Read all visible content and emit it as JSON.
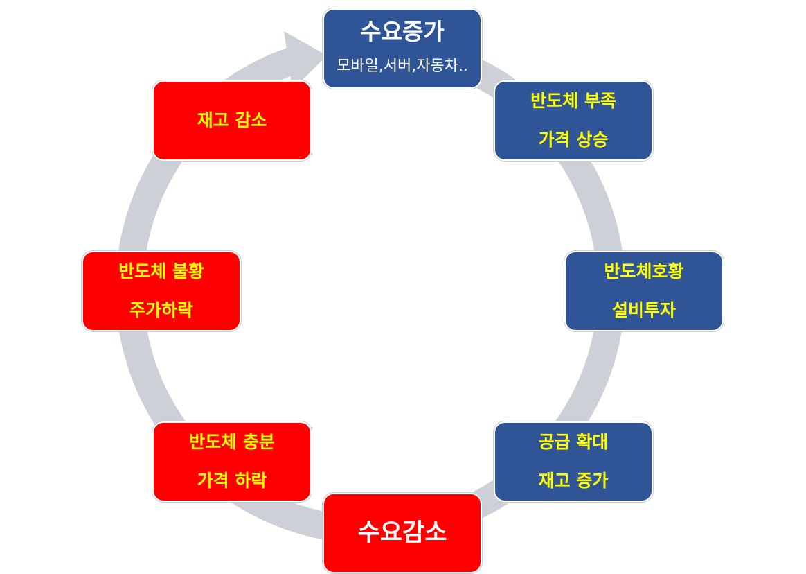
{
  "colors": {
    "demand_up": "#2f5597",
    "demand_down": "#ff0000",
    "text_accent": "#ffff00",
    "ring": "#cdd0d6"
  },
  "nodes": {
    "top": {
      "title": "수요증가",
      "subtitle": "모바일,서버,자동차.."
    },
    "top_right": {
      "line1": "반도체 부족",
      "line2": "가격 상승"
    },
    "right": {
      "line1": "반도체호황",
      "line2": "설비투자"
    },
    "bottom_right": {
      "line1": "공급 확대",
      "line2": "재고 증가"
    },
    "bottom": {
      "title": "수요감소"
    },
    "bottom_left": {
      "line1": "반도체 충분",
      "line2": "가격 하락"
    },
    "left": {
      "line1": "반도체 불황",
      "line2": "주가하락"
    },
    "top_left": {
      "line1": "재고 감소"
    }
  }
}
